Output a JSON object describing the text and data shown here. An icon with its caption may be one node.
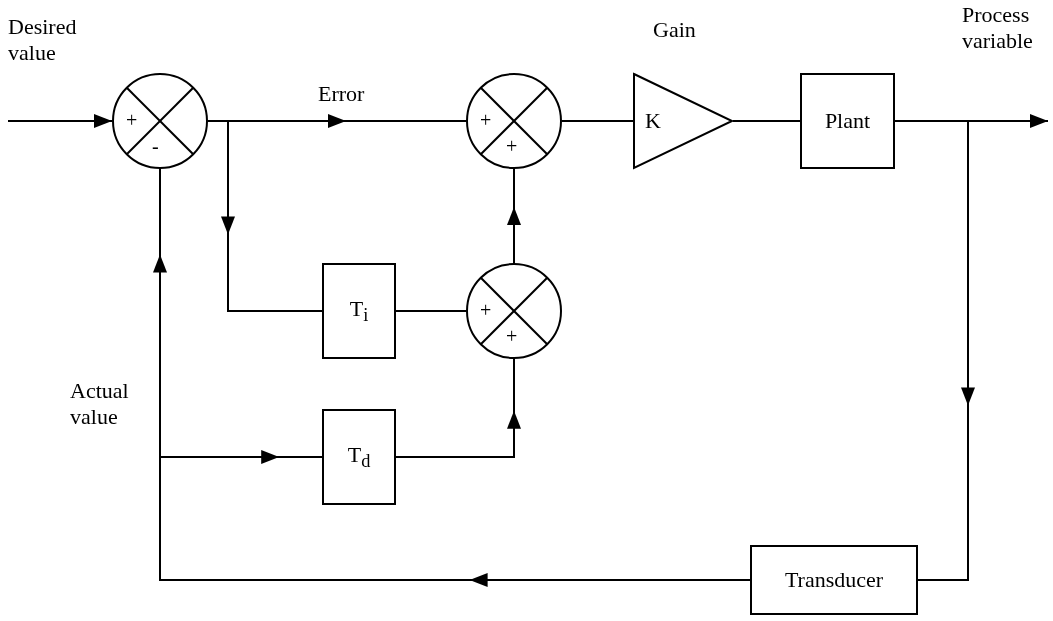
{
  "diagram": {
    "nodes": [
      {
        "text": [
          "+",
          "-"
        ]
      },
      {
        "text": [
          "+",
          "+"
        ]
      },
      {
        "text": [
          "K"
        ],
        "beside": [
          "Gain"
        ]
      },
      {
        "text": [
          "Plant"
        ]
      },
      {
        "text": [
          "T$_{i}$"
        ]
      },
      {
        "text": [
          "+",
          "+"
        ]
      },
      {
        "text": [
          "T$_{d}$"
        ]
      },
      {
        "text": [
          "Transducer"
        ]
      }
    ],
    "edges": [
      {
        "from": null,
        "to": 0,
        "arrow": "to"
      },
      {
        "from": 0,
        "to": 1,
        "arrow": "to",
        "label": "Error"
      },
      {
        "from": 0,
        "to": 4,
        "arrow": "to"
      },
      {
        "from": 4,
        "to": 5,
        "arrow": "none"
      },
      {
        "from": 5,
        "to": 1,
        "arrow": "to"
      },
      {
        "from": 1,
        "to": 2,
        "arrow": "none"
      },
      {
        "from": 2,
        "to": 3,
        "arrow": "none"
      },
      {
        "from": 3,
        "to": null,
        "arrow": "to"
      },
      {
        "from": 3,
        "to": 7,
        "arrow": "to"
      },
      {
        "from": 7,
        "to": 0,
        "arrow": "to"
      },
      {
        "from": 7,
        "to": 6,
        "arrow": "to"
      },
      {
        "from": 6,
        "to": 5,
        "arrow": "to"
      }
    ],
    "labels": [
      "Desired value",
      "Process variable",
      "Actual value"
    ]
  }
}
